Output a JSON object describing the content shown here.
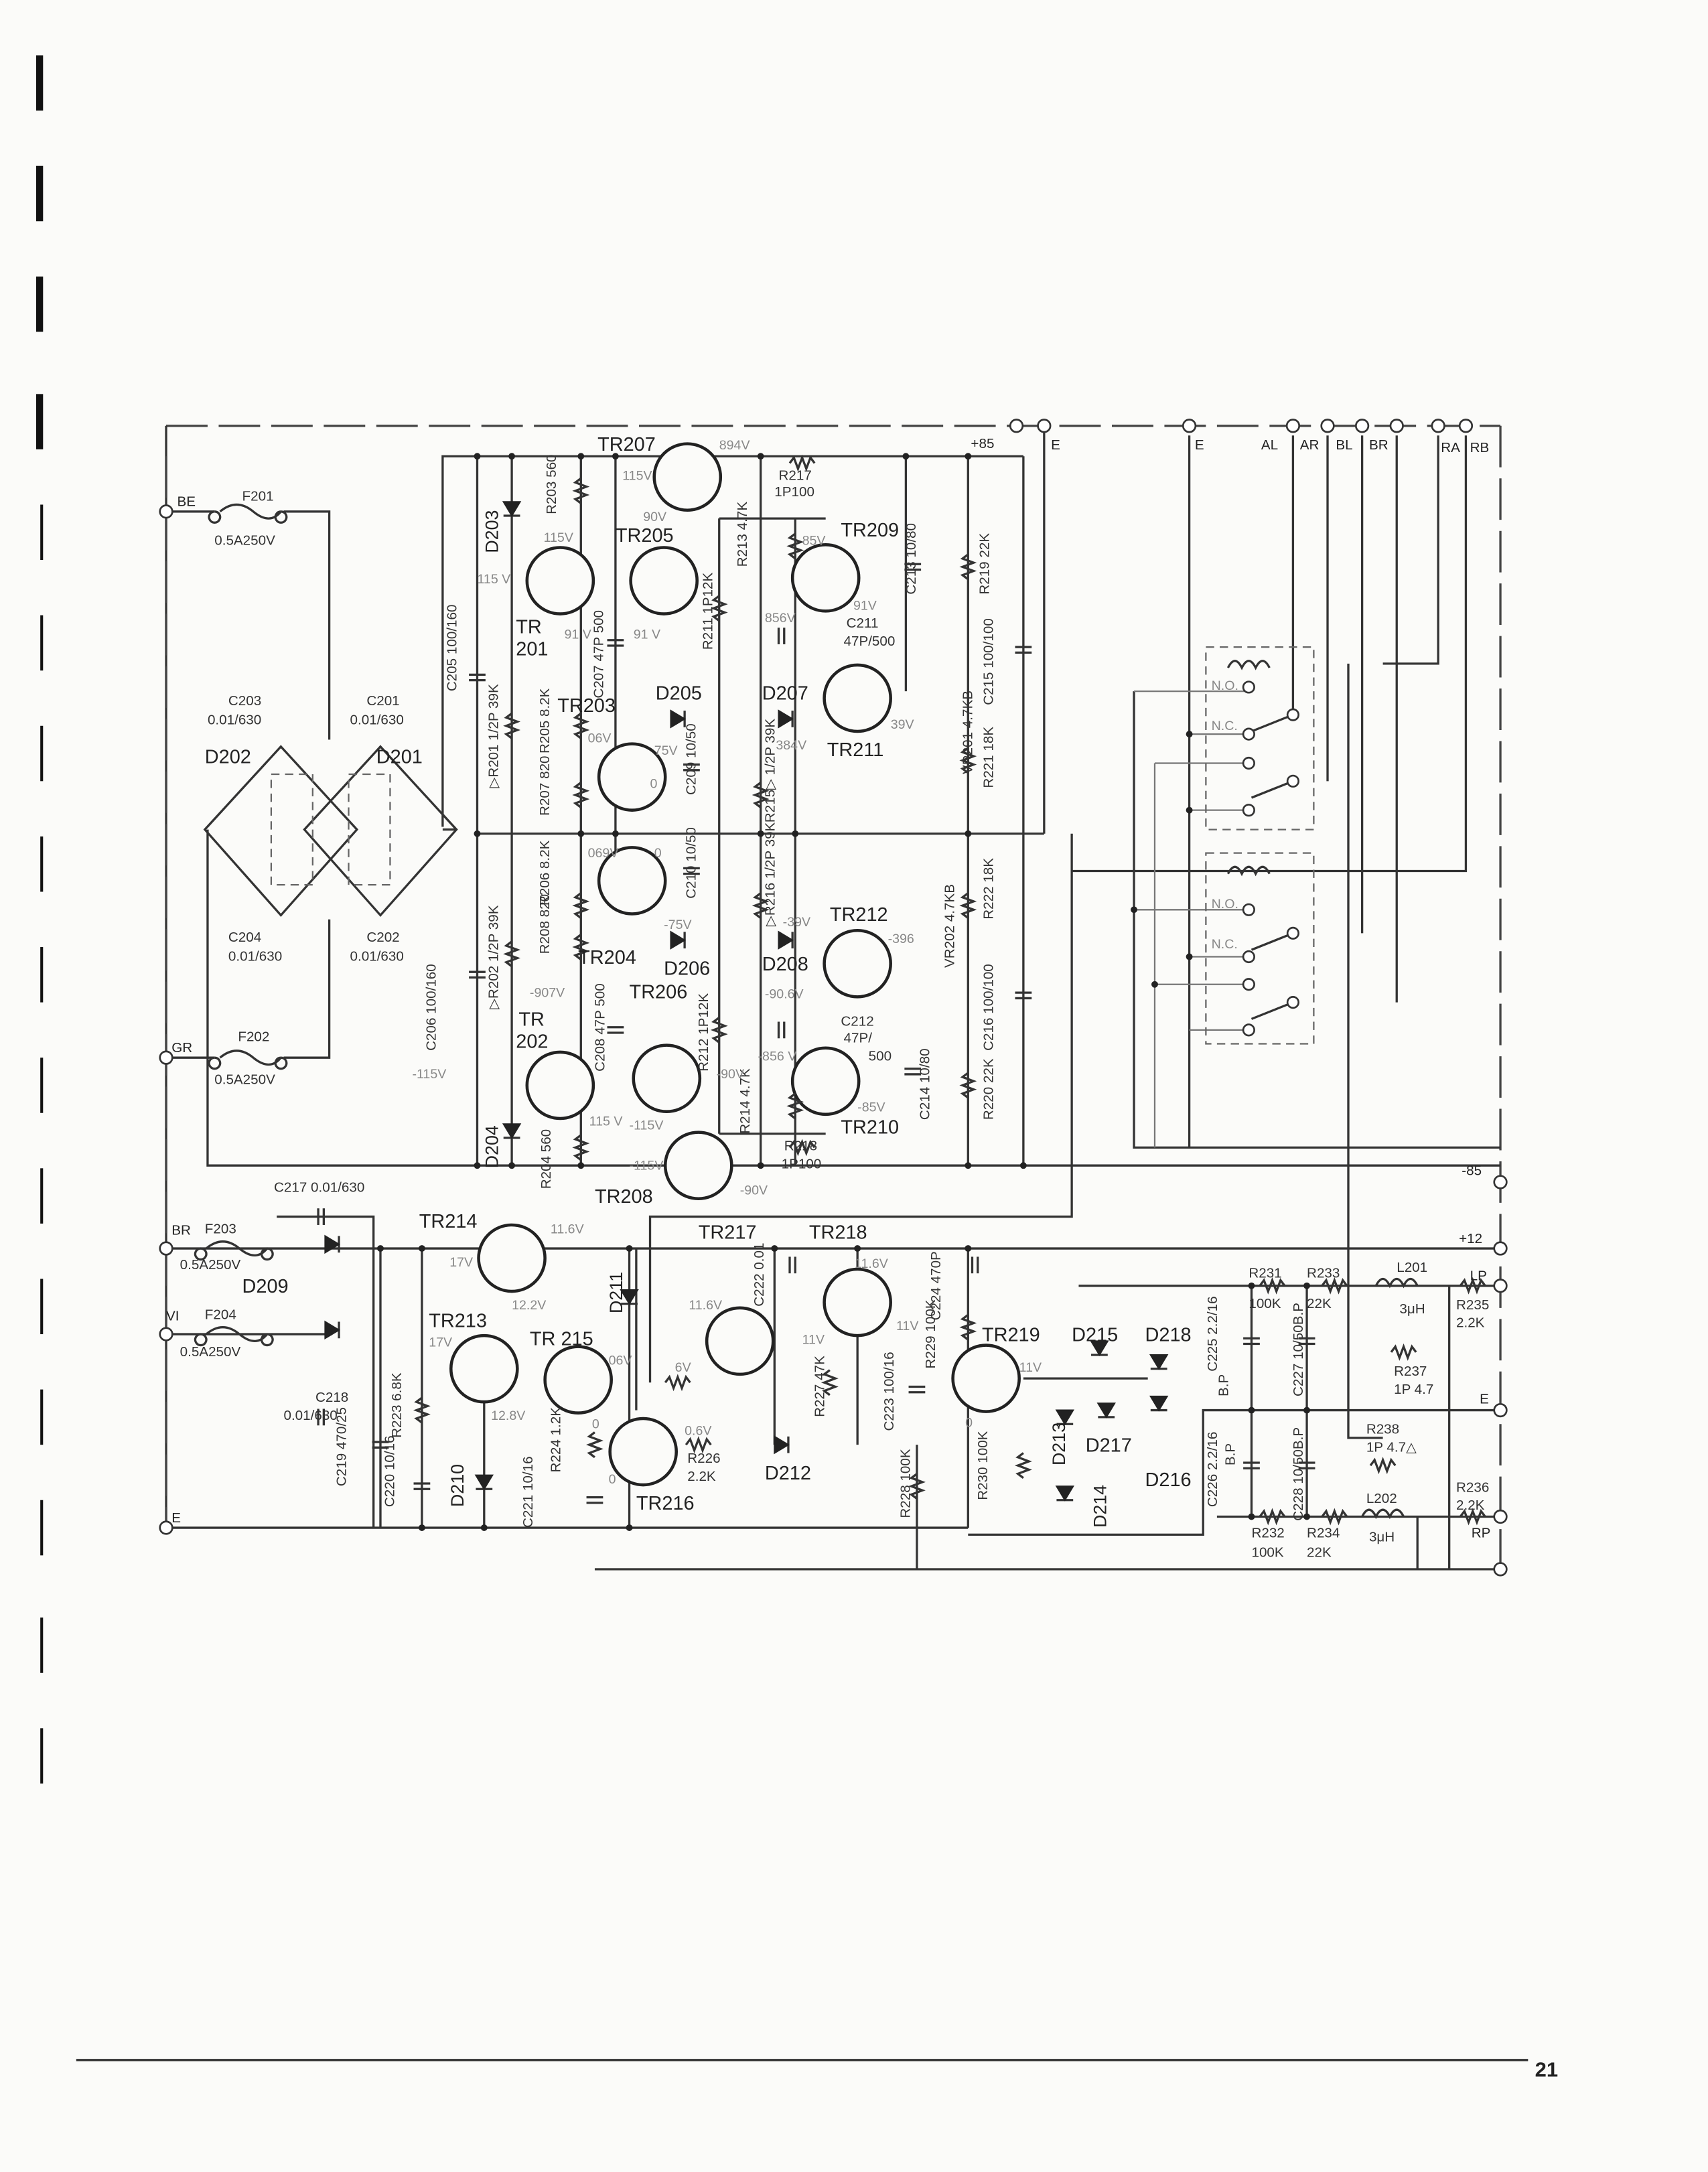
{
  "page_number": "21",
  "terminals": {
    "be": "BE",
    "gr": "GR",
    "br_left": "BR",
    "vi": "VI",
    "e_left": "E",
    "p85": "+85",
    "e_top1": "E",
    "e_top2": "E",
    "al": "AL",
    "ar": "AR",
    "bl": "BL",
    "br_top": "BR",
    "ra": "RA",
    "rb": "RB",
    "m85": "-85",
    "p12": "+12",
    "lp": "LP",
    "e_right": "E",
    "rp": "RP"
  },
  "labels": {
    "f201": "F201",
    "f201v": "0.5A250V",
    "f202": "F202",
    "f202v": "0.5A250V",
    "f203": "F203",
    "f203v": "0.5A250V",
    "f204": "F204",
    "f204v": "0.5A250V",
    "c203": "C203",
    "c203v": "0.01/630",
    "c201": "C201",
    "c201v": "0.01/630",
    "d202": "D202",
    "d201": "D201",
    "c204": "C204",
    "c204v": "0.01/630",
    "c202": "C202",
    "c202v": "0.01/630",
    "c205": "C205 100/160",
    "c206": "C206 100/160",
    "d203": "D203",
    "d204": "D204",
    "r203": "R203 560",
    "tr207": "TR207",
    "r217": "R217",
    "r217v": "1P100",
    "tr205": "TR205",
    "tr201a": "TR",
    "tr201b": "201",
    "c207": "C207 47P 500",
    "r211": "R211 1P12K",
    "r213": "R213 4.7K",
    "tr209": "TR209",
    "c213": "C213 10/80",
    "r219": "R219 22K",
    "c211": "C211",
    "c211v": "47P/500",
    "tr203": "TR203",
    "d205": "D205",
    "d207": "D207",
    "tr211": "TR211",
    "vr201": "VR201 4.7KB",
    "c215": "C215 100/100",
    "r221": "R221 18K",
    "r201": "▷R201 1/2P 39K",
    "r205": "R205 8.2K",
    "r207": "R207 820",
    "c209": "C209 10/50",
    "r215": "R215▷ 1/2P 39K",
    "r206": "R206 8.2K",
    "r208": "R208 820",
    "c210": "C210 10/50",
    "r216": "▷R216 1/2P 39K",
    "tr212": "TR212",
    "d208": "D208",
    "vr202": "VR202 4.7KB",
    "r222": "R222 18K",
    "c216": "C216 100/100",
    "r202": "▷R202 1/2P 39K",
    "tr204": "TR204",
    "d206": "D206",
    "tr206": "TR206",
    "tr202a": "TR",
    "tr202b": "202",
    "c208": "C208 47P 500",
    "r212": "R212 1P12K",
    "c212": "C212",
    "c212v1": "47P/",
    "c212v2": "500",
    "r214": "R214 4.7K",
    "c214": "C214 10/80",
    "r220": "R220 22K",
    "tr210": "TR210",
    "r204": "R204 560",
    "r218": "R218",
    "r218v": "1P100",
    "tr208": "TR208",
    "c217": "C217 0.01/630",
    "tr214": "TR214",
    "d209": "D209",
    "c218": "C218",
    "c218v": "0.01/630",
    "tr213": "TR213",
    "r223": "R223 6.8K",
    "c219": "C219 470/25",
    "c220": "C220 10/16",
    "d210": "D210",
    "tr215": "TR 215",
    "d211": "D211",
    "r224": "R224 1.2K",
    "c221": "C221 10/16",
    "tr216": "TR216",
    "r226": "R226",
    "r226v": "2.2K",
    "d212": "D212",
    "tr217": "TR217",
    "tr218": "TR218",
    "c222": "C222 0.01",
    "c224": "C224 470P",
    "r229": "R229 100K",
    "r227": "R227 47K",
    "c223": "C223 100/16",
    "r228": "R228 100K",
    "tr219": "TR219",
    "r230": "R230 100K",
    "d213": "D213",
    "d214": "D214",
    "d215": "D215",
    "d218": "D218",
    "d217": "D217",
    "d216": "D216",
    "c225": "C225 2.2/16",
    "bp1": "B.P",
    "c226": "C226 2.2/16",
    "bp2": "B.P",
    "c227": "C227 10/50B.P",
    "c228": "C228 10/50B.P",
    "r231": "R231",
    "r231v": "100K",
    "r233": "R233",
    "r233v": "22K",
    "l201": "L201",
    "l201v": "3μH",
    "r235": "R235",
    "r235v": "2.2K",
    "r237": "R237",
    "r237v": "1P 4.7",
    "r238": "R238",
    "r238v": "1P 4.7△",
    "l202": "L202",
    "l202v": "3μH",
    "r236": "R236",
    "r236v": "2.2K",
    "r232": "R232",
    "r232v": "100K",
    "r234": "R234",
    "r234v": "22K",
    "no1": "N.O.",
    "nc1": "N.C.",
    "no2": "N.O.",
    "nc2": "N.C."
  },
  "voltages": {
    "v894": "894V",
    "v115a": "115V",
    "v90": "90V",
    "v115b": "115V",
    "v115c": "115 V",
    "v91a": "91 V",
    "v91b": "91 V",
    "v85": "85V",
    "v91c": "91V",
    "v856": "856V",
    "v06": "06V",
    "v75": "75V",
    "v384": "384V",
    "v39": "39V",
    "v0a": "0",
    "v069": "069V",
    "v0b": "0",
    "vm75": "-75V",
    "vm39": "-39V",
    "vm396": "-396",
    "vm907": "-907V",
    "vm906": "-90.6V",
    "vm115a": "-115V",
    "vm856": "-856 V",
    "vm90a": "-90V",
    "vm85": "-85V",
    "v115d": "115 V",
    "vm115b": "-115V",
    "vm115c": "-115V",
    "vm90b": "-90V",
    "v116a": "11.6V",
    "v17a": "17V",
    "v122": "12.2V",
    "v17b": "17V",
    "v128": "12.8V",
    "v06b": "06V",
    "v6": "6V",
    "v0c": "0",
    "v06c": "0.6V",
    "v0d": "0",
    "v116b": "11.6V",
    "v116c": "11.6V",
    "v11a": "11V",
    "v11b": "11V",
    "v11c": "11V",
    "v0e": "0"
  }
}
